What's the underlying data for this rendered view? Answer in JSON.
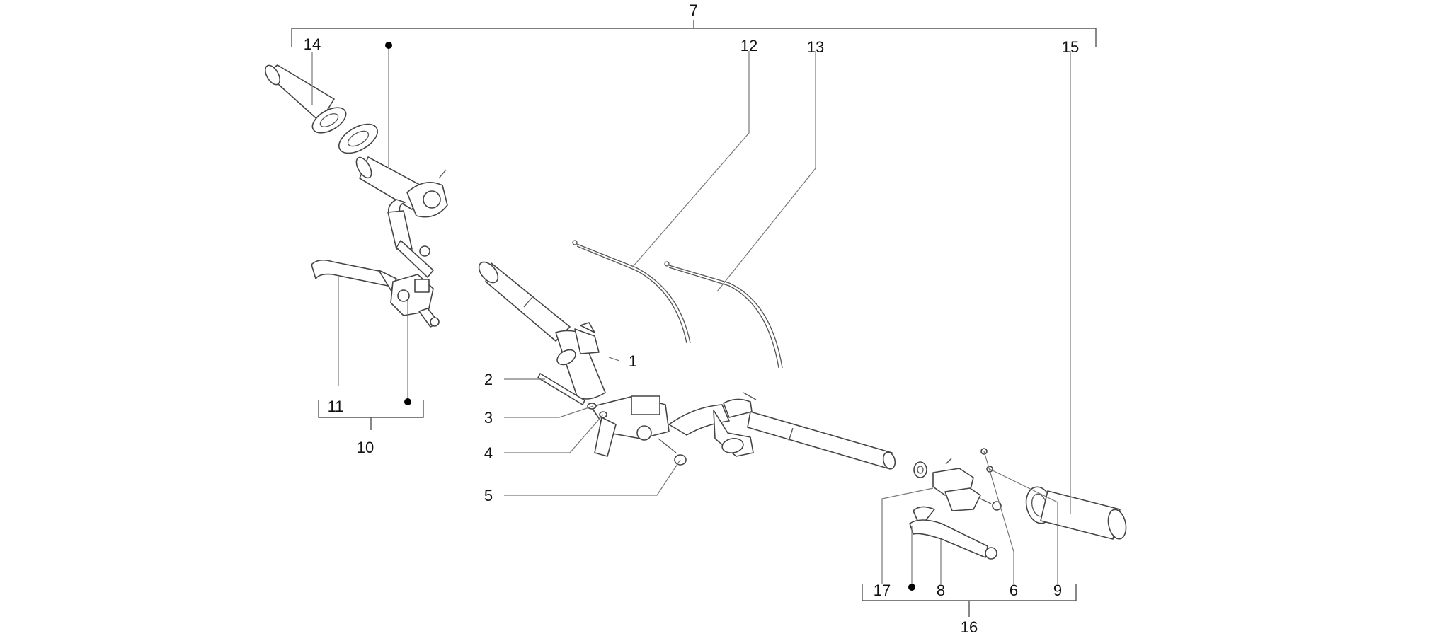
{
  "labels": {
    "l1": "1",
    "l2": "2",
    "l3": "3",
    "l4": "4",
    "l5": "5",
    "l6": "6",
    "l7": "7",
    "l8": "8",
    "l9": "9",
    "l10": "10",
    "l11": "11",
    "l12": "12",
    "l13": "13",
    "l14": "14",
    "l15": "15",
    "l16": "16",
    "l17": "17"
  },
  "colors": {
    "line": "#444444",
    "leader": "#777777",
    "text": "#111111"
  }
}
